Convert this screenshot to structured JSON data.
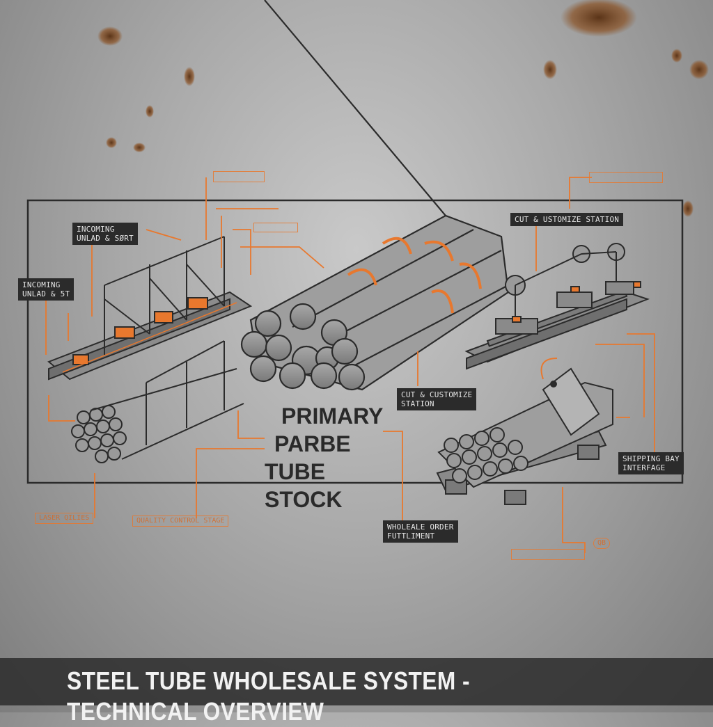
{
  "footer": {
    "title": "STEEL TUBE WHOLESALE SYSTEM - TECHNICAL OVERVIEW"
  },
  "center": {
    "line1": "PRIMARY",
    "line2": "PARBE",
    "line3": "TUBE STOCK"
  },
  "labels": {
    "incoming_unload_sort": "INCOMING\nUNLAD & SØRT",
    "incoming_unload_left": "INCOMING\nUNLAD & 5T",
    "cut_customize_top": "CUT & USTOMIZE STATION",
    "cut_customize_mid": "CUT & CUSTOMIZE\nSTATION",
    "shipping_bay": "SHIPPING BAY\nINTERFAGE",
    "wholesale_order": "WHOLEALE ORDER\nFUTTLIMENT",
    "faint_left": "LASER QILIES",
    "faint_quality": "QUALITY CONTROL STAGE",
    "faint_code": "QB"
  },
  "colors": {
    "accent": "#e8782e",
    "ink": "#2b2b2b",
    "steel": "#8e8e8e"
  }
}
